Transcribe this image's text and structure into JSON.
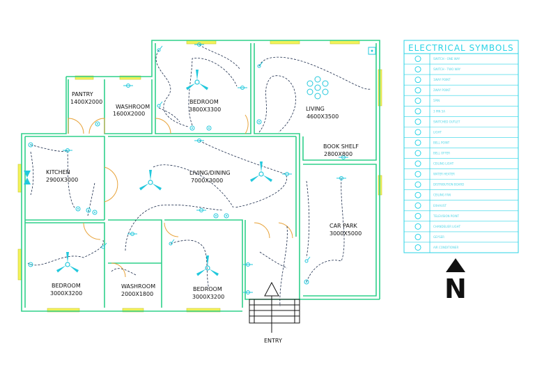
{
  "plan": {
    "wall_color": "#2fd08a",
    "inner_wall_color": "#6fe0b0",
    "wire_color": "#1a2a4a",
    "symbol_color": "#22c8dc",
    "window_color": "#f2f25a",
    "door_color": "#e8a33a",
    "rooms": [
      {
        "name": "PANTRY",
        "size": "1400X2000"
      },
      {
        "name": "WASHROOM",
        "size": "1600X2000"
      },
      {
        "name": "BEDROOM",
        "size": "3800X3300"
      },
      {
        "name": "LIVING",
        "size": "4600X3500"
      },
      {
        "name": "BOOK SHELF",
        "size": "2800X800"
      },
      {
        "name": "KITCHEN",
        "size": "2900X3000"
      },
      {
        "name": "LIVING/DINING",
        "size": "7000X3000"
      },
      {
        "name": "CAR PARK",
        "size": "3000X5000"
      },
      {
        "name": "BEDROOM",
        "size": "3000X3200"
      },
      {
        "name": "WASHROOM",
        "size": "2000X1800"
      },
      {
        "name": "BEDROOM",
        "size": "3000X3200"
      }
    ],
    "entry_label": "ENTRY"
  },
  "legend": {
    "title": "ELECTRICAL SYMBOLS",
    "color": "#29d3e6",
    "items": [
      {
        "label": "SWITCH - ONE WAY",
        "icon": "switch-one-way-icon"
      },
      {
        "label": "SWITCH - TWO WAY",
        "icon": "switch-two-way-icon"
      },
      {
        "label": "1WAY POINT",
        "icon": "one-way-point-icon"
      },
      {
        "label": "2WAY POINT",
        "icon": "two-way-point-icon"
      },
      {
        "label": "5PIN",
        "icon": "five-pin-icon"
      },
      {
        "label": "3 PIN 5A",
        "icon": "three-pin-icon"
      },
      {
        "label": "SWITCHED OUTLET",
        "icon": "switched-outlet-icon"
      },
      {
        "label": "LIGHT",
        "icon": "light-icon"
      },
      {
        "label": "BELL POINT",
        "icon": "bell-point-icon"
      },
      {
        "label": "BELL OFFER",
        "icon": "bell-offer-icon"
      },
      {
        "label": "CEILING LIGHT",
        "icon": "ceiling-light-icon"
      },
      {
        "label": "WATER HEATER",
        "icon": "water-heater-icon"
      },
      {
        "label": "DISTRIBUTION BOARD",
        "icon": "distribution-board-icon"
      },
      {
        "label": "CEILING FAN",
        "icon": "ceiling-fan-icon"
      },
      {
        "label": "EXHAUST",
        "icon": "exhaust-icon"
      },
      {
        "label": "TELEVISION POINT",
        "icon": "television-point-icon"
      },
      {
        "label": "CHANDELIER LIGHT",
        "icon": "chandelier-light-icon"
      },
      {
        "label": "GEYSER",
        "icon": "geyser-icon"
      },
      {
        "label": "AIR CONDITIONER",
        "icon": "air-conditioner-icon"
      }
    ]
  },
  "north": {
    "label": "N"
  }
}
